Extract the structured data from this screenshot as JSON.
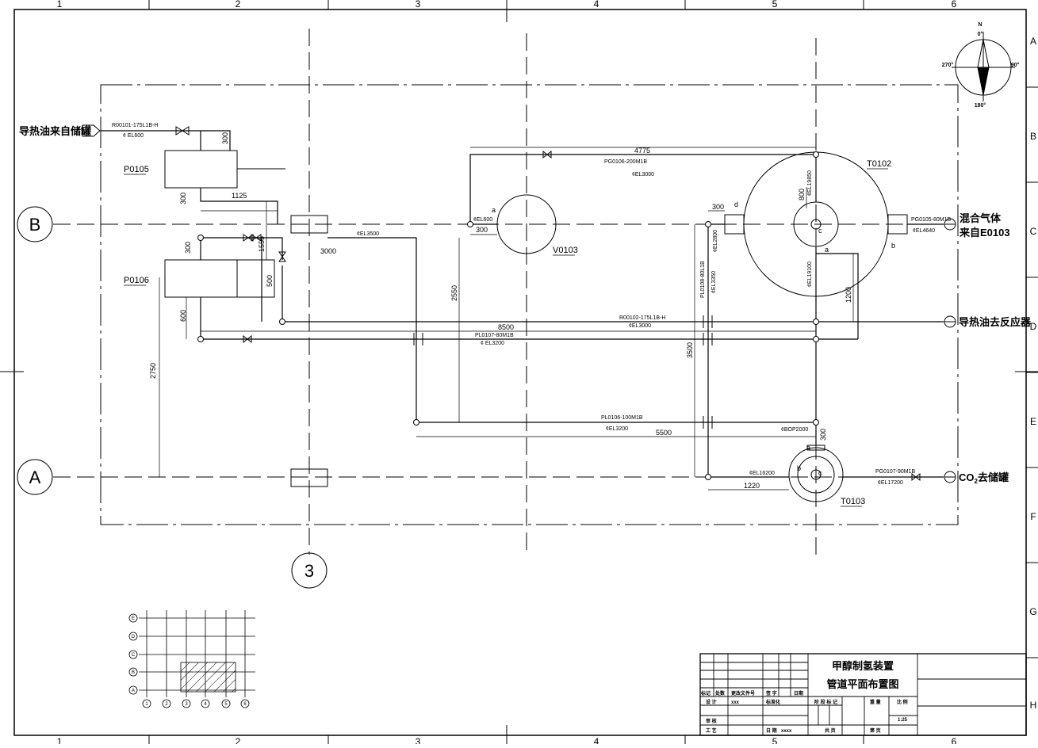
{
  "border": {
    "cols": [
      "1",
      "2",
      "3",
      "4",
      "5",
      "6"
    ],
    "rows": [
      "A",
      "B",
      "C",
      "D",
      "E",
      "F",
      "G",
      "H"
    ]
  },
  "grid": {
    "B": "B",
    "A": "A",
    "three": "3"
  },
  "compass": {
    "n": "N",
    "deg0": "0°",
    "deg90": "90°",
    "deg180": "180°",
    "deg270": "270°"
  },
  "equipment": {
    "p0105": "P0105",
    "p0106": "P0106",
    "v0103": "V0103",
    "t0102": "T0102",
    "t0103": "T0103"
  },
  "streams": {
    "in_oil": "导热油来自储罐",
    "mix_gas_1": "混合气体",
    "mix_gas_2": "来自E0103",
    "out_oil": "导热油去反应器",
    "co2_pre": "CO",
    "co2_sub": "2",
    "co2_post": "去储罐"
  },
  "lines": {
    "r00101": "R00101-175L1B-H",
    "el600a": "¢ EL600",
    "pg0106": "PG0106-200M1B",
    "el3000a": "¢EL3000",
    "el3500": "¢EL3500",
    "el600b": "¢EL600",
    "pg0105": "PG0105-80M1B",
    "el4640": "¢EL4640",
    "r00102": "R00102-175L1B-H",
    "el3000b": "¢EL3000",
    "pl0107": "PL0107-80M1B",
    "el3200a": "¢ EL3200",
    "pl0106": "PL0106-100M1B",
    "el3200b": "¢EL3200",
    "pl0108": "PL0108-80L1B",
    "el3350": "¢EL3350",
    "el2800": "¢EL2800",
    "el19850": "¢EL19850",
    "el19100": "¢EL19100",
    "bop2000": "¢BOP2000",
    "el16200": "¢EL16200",
    "pg0107": "PG0107-90M1B",
    "el17200": "¢EL17200"
  },
  "dims": {
    "d300a": "300",
    "d300b": "300",
    "d300c": "300",
    "d300d": "300",
    "d300e": "300",
    "d300f": "300",
    "d1125": "1125",
    "d3000": "3000",
    "d1555": "1555",
    "d500": "500",
    "d600": "600",
    "d2750": "2750",
    "d2550": "2550",
    "d4775": "4775",
    "d800": "800",
    "d1200": "1200",
    "d3500": "3500",
    "d8500": "8500",
    "d5500": "5500",
    "d1220": "1220"
  },
  "nozzles": {
    "a1": "a",
    "d1": "d",
    "c1": "c",
    "a2": "a",
    "b1": "b",
    "a3": "a",
    "b2": "b",
    "c2": "c"
  },
  "keyplan": {
    "rows": [
      "E",
      "D",
      "C",
      "B",
      "A"
    ],
    "cols": [
      "1",
      "2",
      "3",
      "4",
      "5",
      "6"
    ]
  },
  "title_block": {
    "title": "甲醇制氢装置",
    "subtitle": "管道平面布置图",
    "mark": "标记",
    "count": "处数",
    "doc": "更改文件号",
    "sign": "签 字",
    "date": "日期",
    "design": "设 计",
    "xxx": "xxx",
    "std": "标准化",
    "stage": "阶 段 标 记",
    "weight": "重 量",
    "scale_label": "比 例",
    "scale": "1:25",
    "review": "审 核",
    "process": "工 艺",
    "date2": "日 期",
    "xxxx": "xxxx",
    "total": "共  页",
    "sheet": "第  页"
  }
}
